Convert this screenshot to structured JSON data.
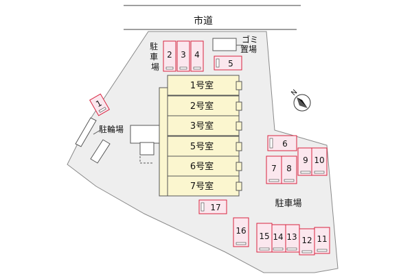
{
  "road": {
    "label": "市道"
  },
  "labels": {
    "parking_north": "駐\n車\n場",
    "garbage": "ゴミ\n置場",
    "bicycle": "駐輪場",
    "parking_east": "駐車場"
  },
  "building": {
    "rooms": [
      "1号室",
      "2号室",
      "3号室",
      "5号室",
      "6号室",
      "7号室"
    ]
  },
  "parking_spaces": [
    "1",
    "2",
    "3",
    "4",
    "5",
    "6",
    "7",
    "8",
    "9",
    "10",
    "11",
    "12",
    "13",
    "14",
    "15",
    "16",
    "17"
  ],
  "colors": {
    "parking_fill": "#fbe7ee",
    "parking_stroke": "#d8233f",
    "building_fill": "#fbf6cf",
    "ground": "#eeeeee"
  },
  "icons": {
    "north": "north-arrow-icon"
  }
}
